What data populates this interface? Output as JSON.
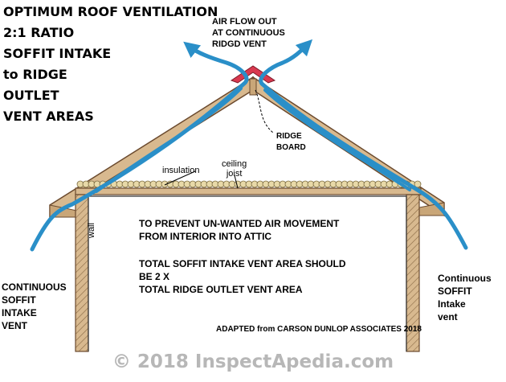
{
  "title_lines": [
    "OPTIMUM ROOF VENTILATION",
    "2:1 RATIO",
    "SOFFIT INTAKE",
    "to RIDGE",
    "OUTLET",
    "VENT AREAS"
  ],
  "airflow_label": [
    "AIR FLOW OUT",
    "AT CONTINUOUS",
    "RIDGD VENT"
  ],
  "ridge_board_label": [
    "RIDGE",
    "BOARD"
  ],
  "insulation_label": "insulation",
  "ceiling_joist_label": [
    "ceiling",
    "joist"
  ],
  "wall_label": "wall",
  "note_1": [
    "TO PREVENT UN-WANTED AIR MOVEMENT",
    "FROM INTERIOR INTO ATTIC"
  ],
  "note_2": [
    "TOTAL SOFFIT INTAKE VENT AREA SHOULD",
    "BE 2 X",
    "TOTAL RIDGE OUTLET VENT AREA"
  ],
  "left_soffit_label": [
    "CONTINUOUS",
    "SOFFIT",
    "INTAKE",
    "VENT"
  ],
  "right_soffit_label": [
    "Continuous",
    "SOFFIT",
    "Intake",
    "vent"
  ],
  "credit": "ADAPTED from CARSON DUNLOP ASSOCIATES 2018",
  "copyright": "© 2018 InspectApedia.com",
  "colors": {
    "wood": "#d8b98f",
    "wood_dark": "#b08b5e",
    "outline": "#6b4a2e",
    "airflow": "#2a8fc8",
    "ridge_vent": "#d9394f",
    "insulation": "#e8d9a8",
    "copyright": "#b7b7b7"
  }
}
